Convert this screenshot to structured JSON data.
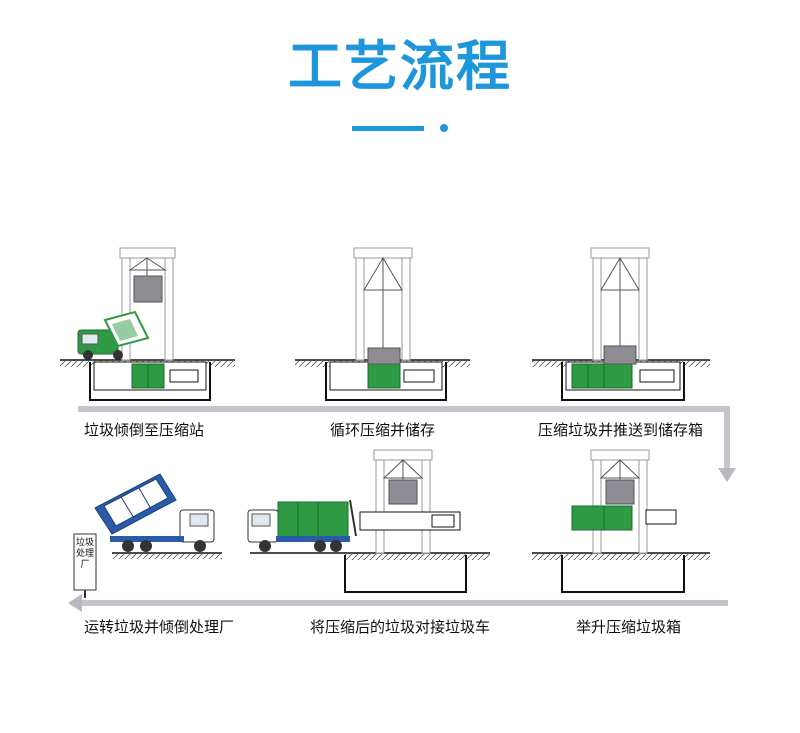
{
  "title": "工艺流程",
  "colors": {
    "accent": "#1e96dc",
    "frame": "#a9a9b0",
    "container_green": "#2e9a44",
    "truck_blue": "#2a5ba8",
    "arrow_gray": "#bdbdc4"
  },
  "steps": [
    {
      "label": "垃圾倾倒至压缩站"
    },
    {
      "label": "循环压缩并储存"
    },
    {
      "label": "压缩垃圾并推送到储存箱"
    },
    {
      "label": "举升压缩垃圾箱"
    },
    {
      "label": "将压缩后的垃圾对接垃圾车"
    },
    {
      "label": "运转垃圾并倾倒处理厂"
    }
  ],
  "signpost": {
    "text": "垃圾处理厂"
  }
}
